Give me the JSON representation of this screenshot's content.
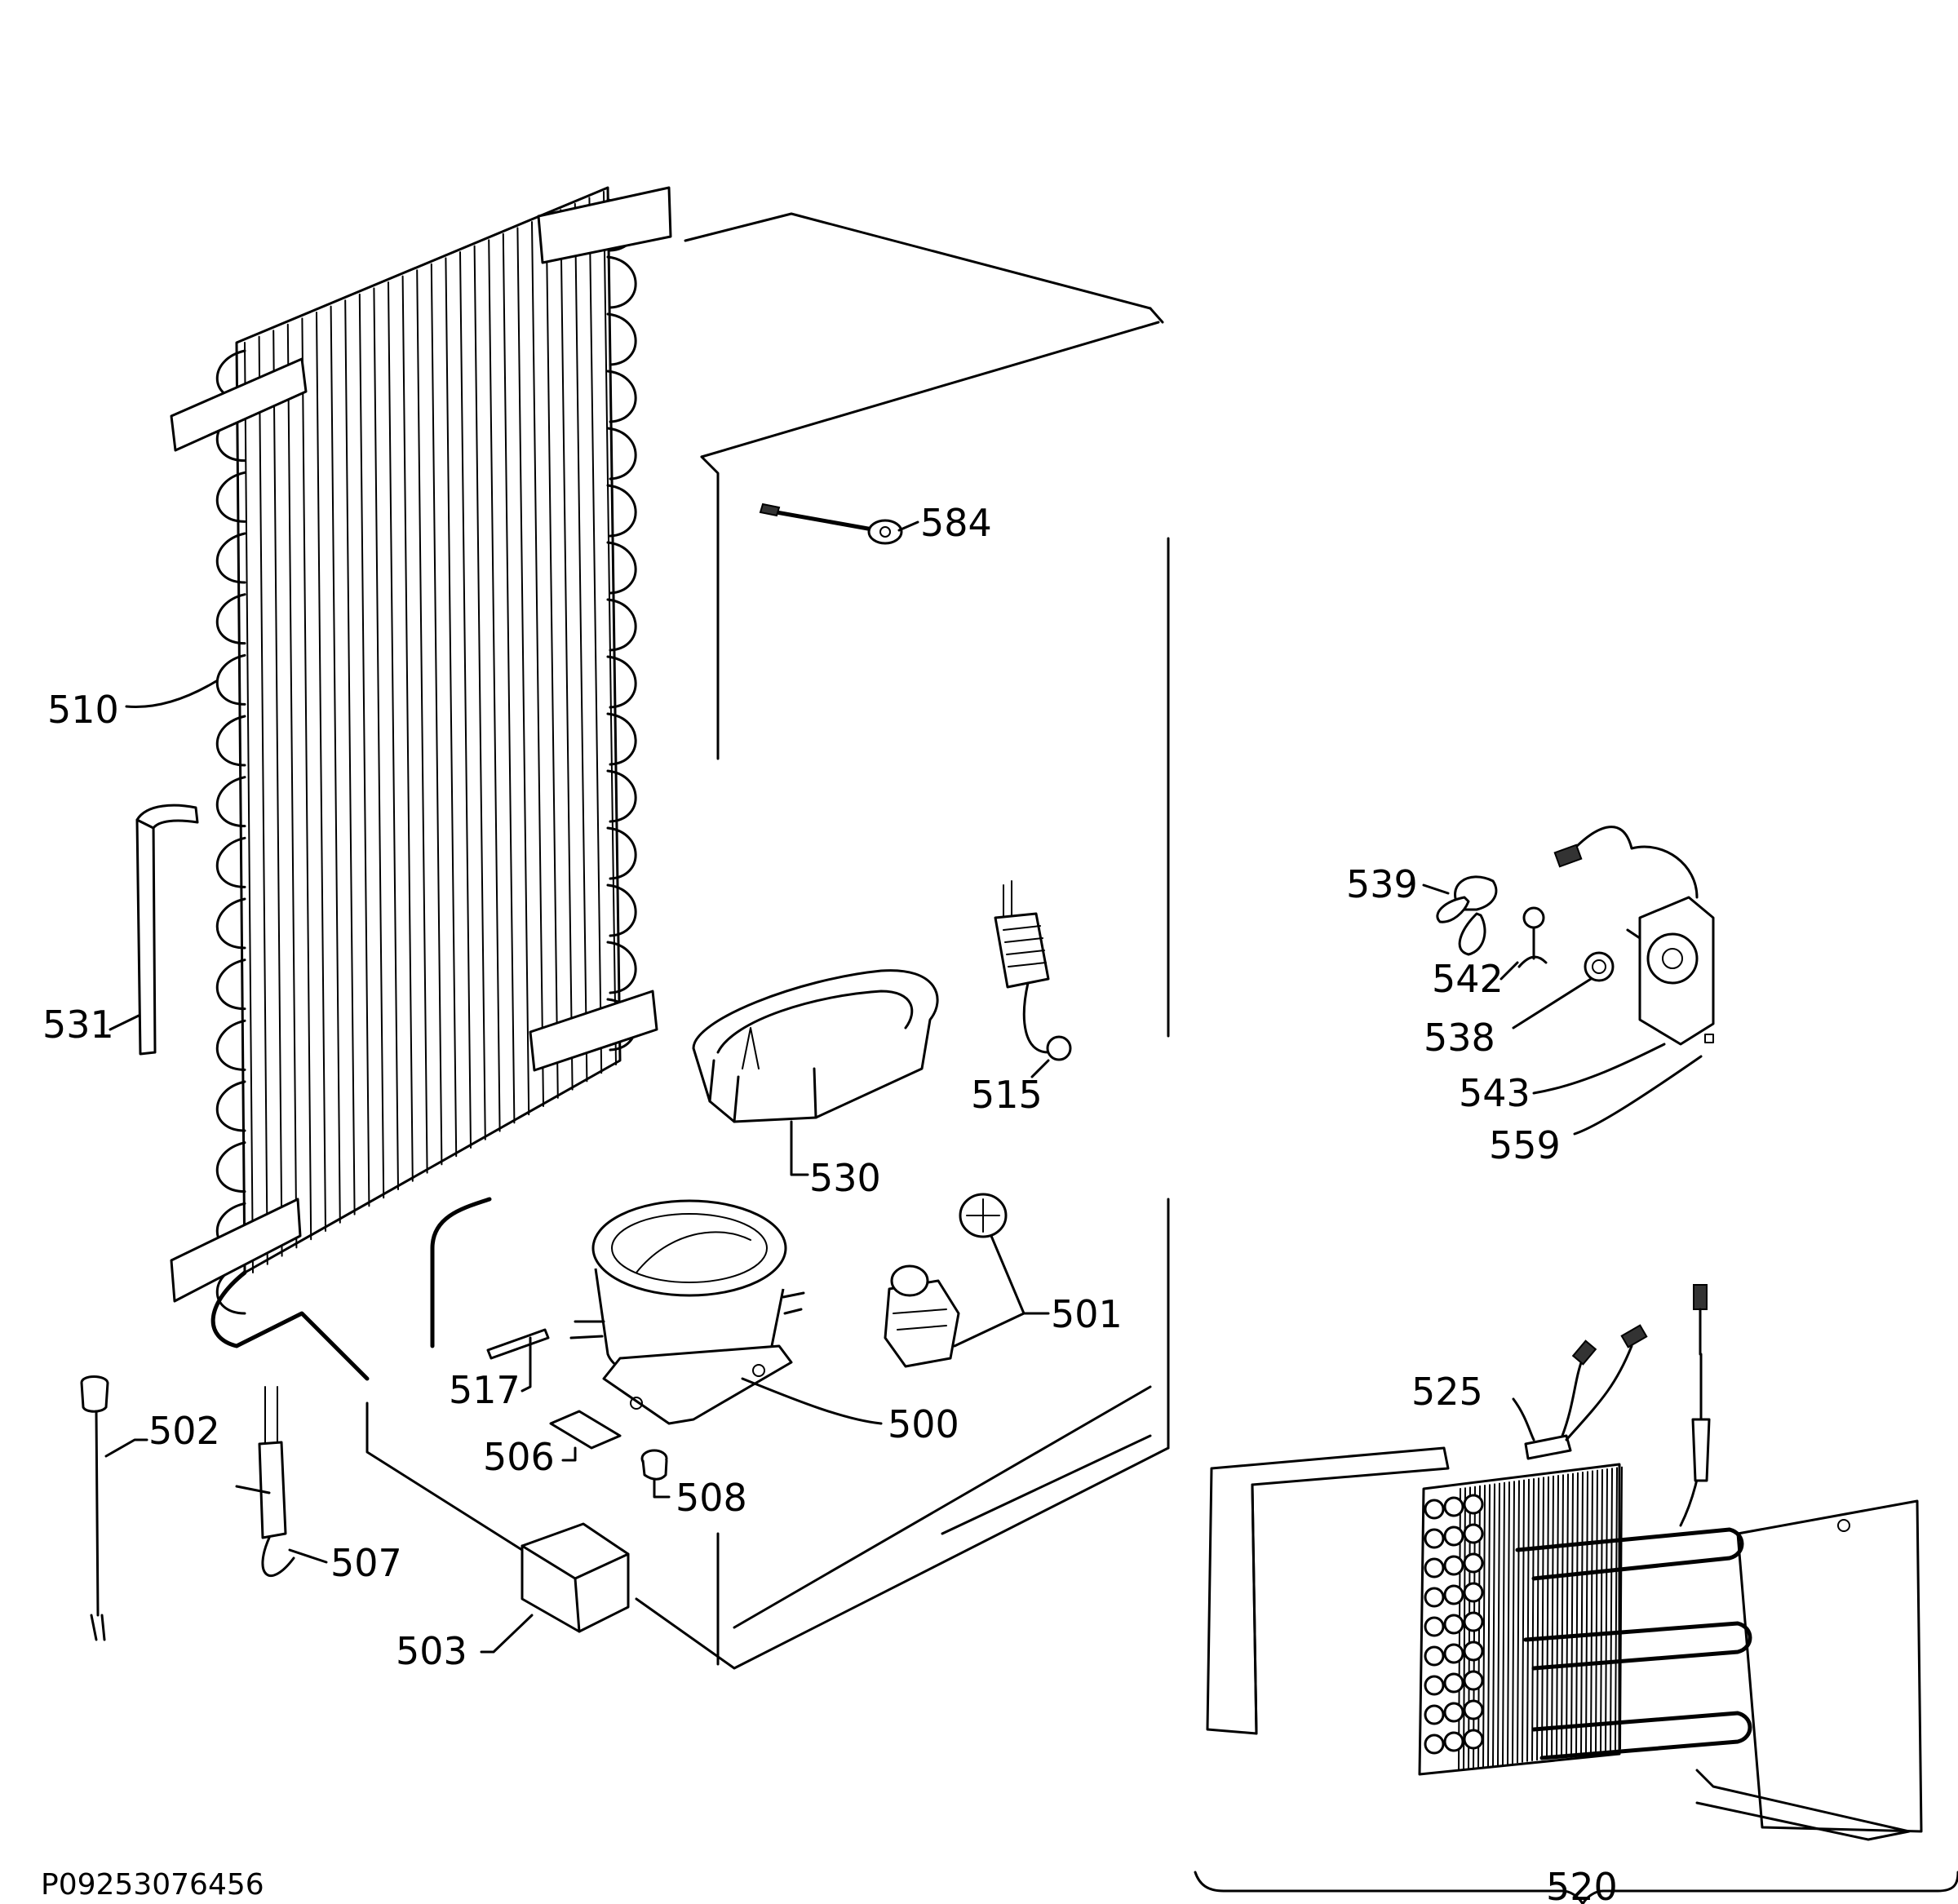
{
  "labels": {
    "l584": "584",
    "l510": "510",
    "l531": "531",
    "l539": "539",
    "l542": "542",
    "l538": "538",
    "l543": "543",
    "l559": "559",
    "l515": "515",
    "l530": "530",
    "l501": "501",
    "l517": "517",
    "l500": "500",
    "l506": "506",
    "l508": "508",
    "l502": "502",
    "l507": "507",
    "l503": "503",
    "l525": "525",
    "l520": "520"
  },
  "document_code": "P09253076456"
}
